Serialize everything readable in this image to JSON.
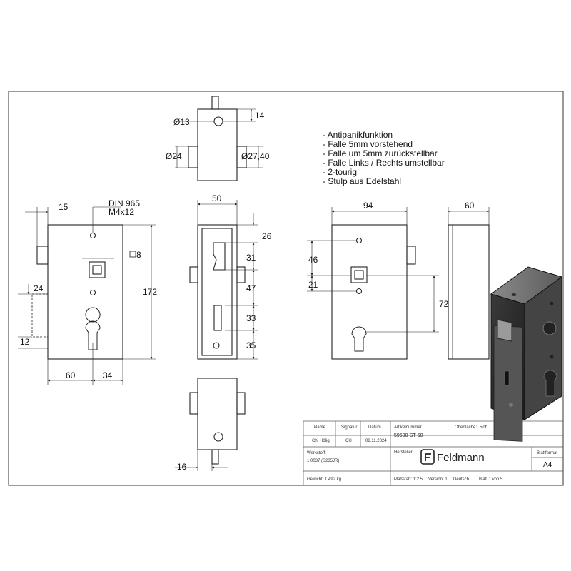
{
  "features": [
    "- Antipanikfunktion",
    "- Falle 5mm vorstehend",
    "- Falle um 5mm zurückstellbar",
    "- Falle Links / Rechts umstellbar",
    "- 2-tourig",
    "- Stulp aus Edelstahl"
  ],
  "top_view": {
    "d13": "Ø13",
    "d14": "14",
    "d24": "Ø24",
    "d27": "Ø27,40"
  },
  "left_view": {
    "d15": "15",
    "din": "DIN 965",
    "screw": "M4x12",
    "square": "8",
    "d172": "172",
    "d24": "24",
    "d12": "12",
    "d60": "60",
    "d34": "34"
  },
  "front_view": {
    "d50": "50",
    "d26": "26",
    "d31": "31",
    "d47": "47",
    "d33": "33",
    "d35": "35"
  },
  "bottom_view": {
    "d16": "16"
  },
  "right_view": {
    "d94": "94",
    "d46": "46",
    "d21": "21",
    "d72": "72"
  },
  "side_view": {
    "d60": "60"
  },
  "title_block": {
    "h_name": "Name",
    "h_signatur": "Signatur",
    "h_datum": "Datum",
    "h_artikel": "Artikelnummer",
    "h_oberflaeche": "Oberfläche:",
    "v_oberflaeche": "Roh",
    "v_name": "Ch. Hölig",
    "v_signatur": "CH",
    "v_datum": "08.11.2024",
    "v_artikel": "59500-ST-50",
    "h_werkstoff": "Werkstoff:",
    "h_hersteller": "Hersteller",
    "h_blattformat": "Blattformat",
    "v_werkstoff": "1.0037 (S235JR)",
    "brand": "Feldmann",
    "v_blattformat": "A4",
    "v_gewicht": "Gewicht: 1.492 kg",
    "v_massstab": "Maßstab: 1:2.5",
    "v_version": "Version: 1",
    "v_sprache": "Deutsch",
    "v_blatt": "Blatt 1 von 5"
  }
}
